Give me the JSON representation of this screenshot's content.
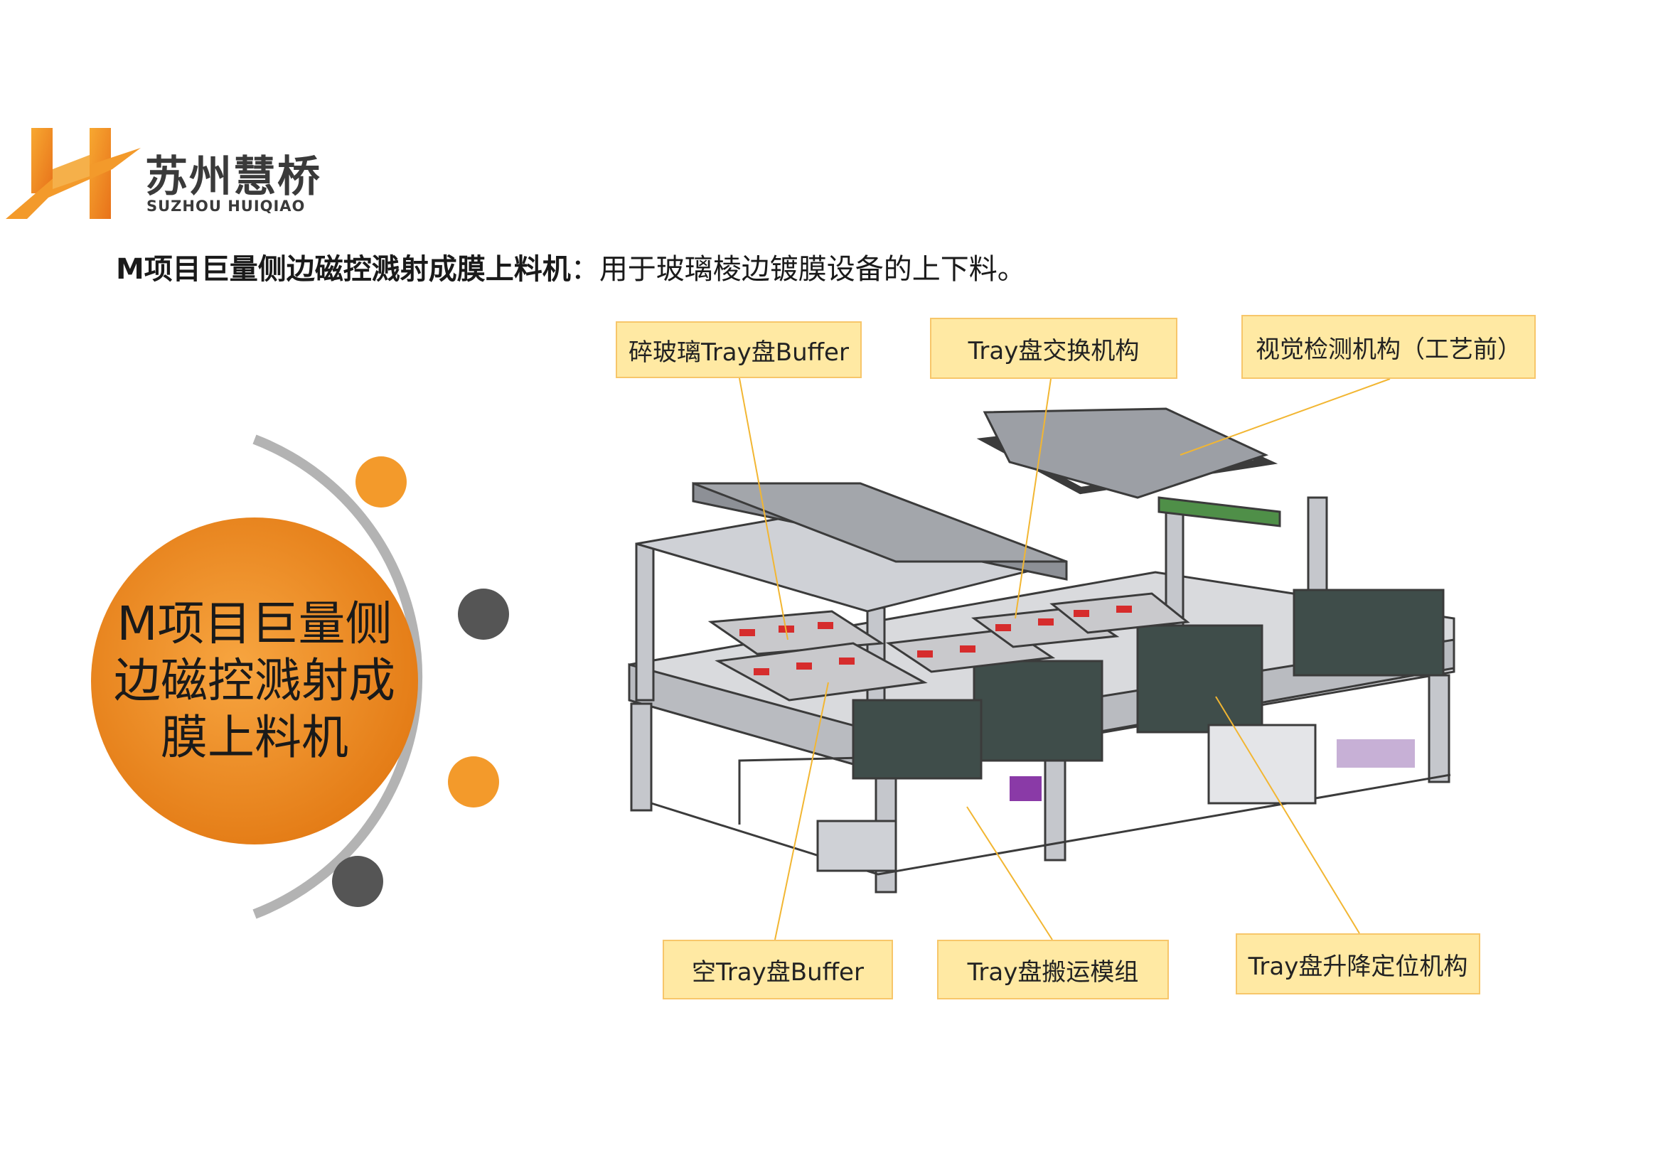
{
  "logo": {
    "name_cn": "苏州慧桥",
    "name_en": "SUZHOU HUIQIAO",
    "colors": {
      "orange": "#f39a2b",
      "dark_orange": "#e8751a",
      "text": "#3a3a3a"
    }
  },
  "headline": {
    "bold": "M项目巨量侧边磁控溅射成膜上料机",
    "separator": "：",
    "rest": "用于玻璃棱边镀膜设备的上下料。"
  },
  "circle": {
    "text": "M项目巨量侧边磁控溅射成膜上料机",
    "colors": {
      "fill": "#ef8a20",
      "arc": "#b3b3b3",
      "dot_orange": "#f39a2b",
      "dot_dark": "#555555"
    }
  },
  "callouts": [
    {
      "label": "碎玻璃Tray盘Buffer"
    },
    {
      "label": "Tray盘交换机构"
    },
    {
      "label": "视觉检测机构（工艺前）"
    },
    {
      "label": "空Tray盘Buffer"
    },
    {
      "label": "Tray盘搬运模组"
    },
    {
      "label": "Tray盘升降定位机构"
    }
  ],
  "machine_image": {
    "description_icon": "machine-render-icon"
  }
}
